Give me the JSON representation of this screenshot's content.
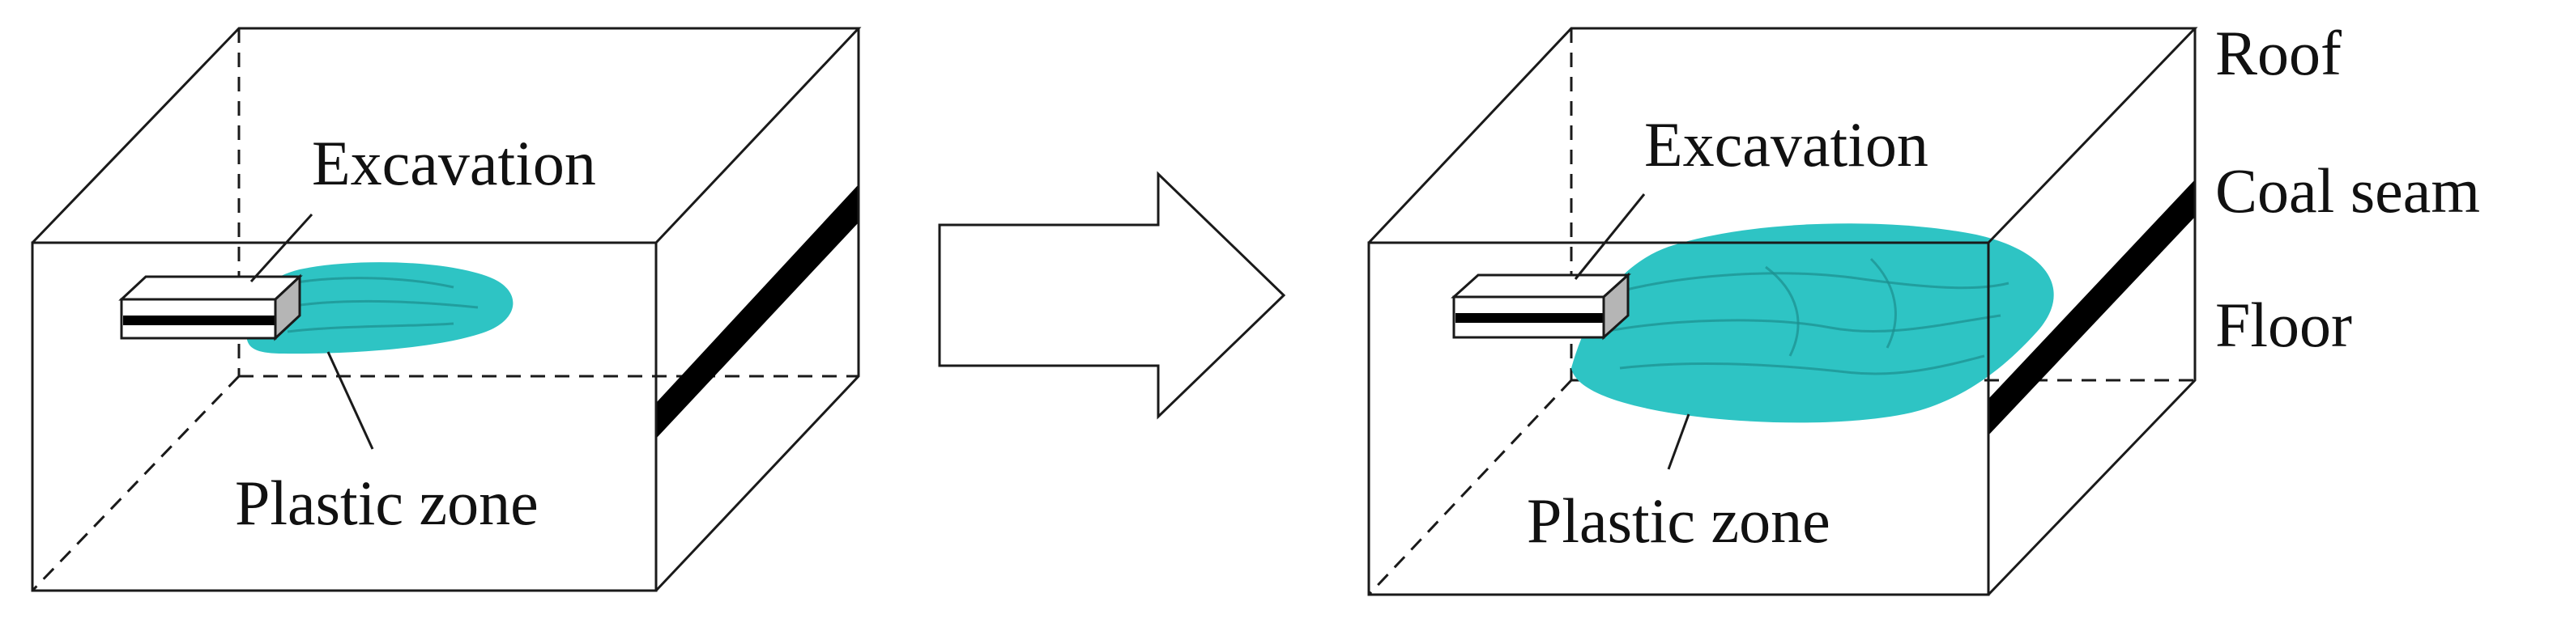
{
  "colors": {
    "plastic_zone": "#2EC4C4",
    "plastic_texture": "#1c8f8f",
    "coal_seam": "#000000",
    "excavation_face": "#b5b5b5",
    "line": "#1a1a1a"
  },
  "left_model": {
    "excavation_label": "Excavation",
    "plastic_label": "Plastic zone"
  },
  "right_model": {
    "excavation_label": "Excavation",
    "plastic_label": "Plastic zone"
  },
  "strata_labels": {
    "roof": "Roof",
    "coal_seam": "Coal seam",
    "floor": "Floor"
  },
  "transition_arrow": "right-arrow"
}
